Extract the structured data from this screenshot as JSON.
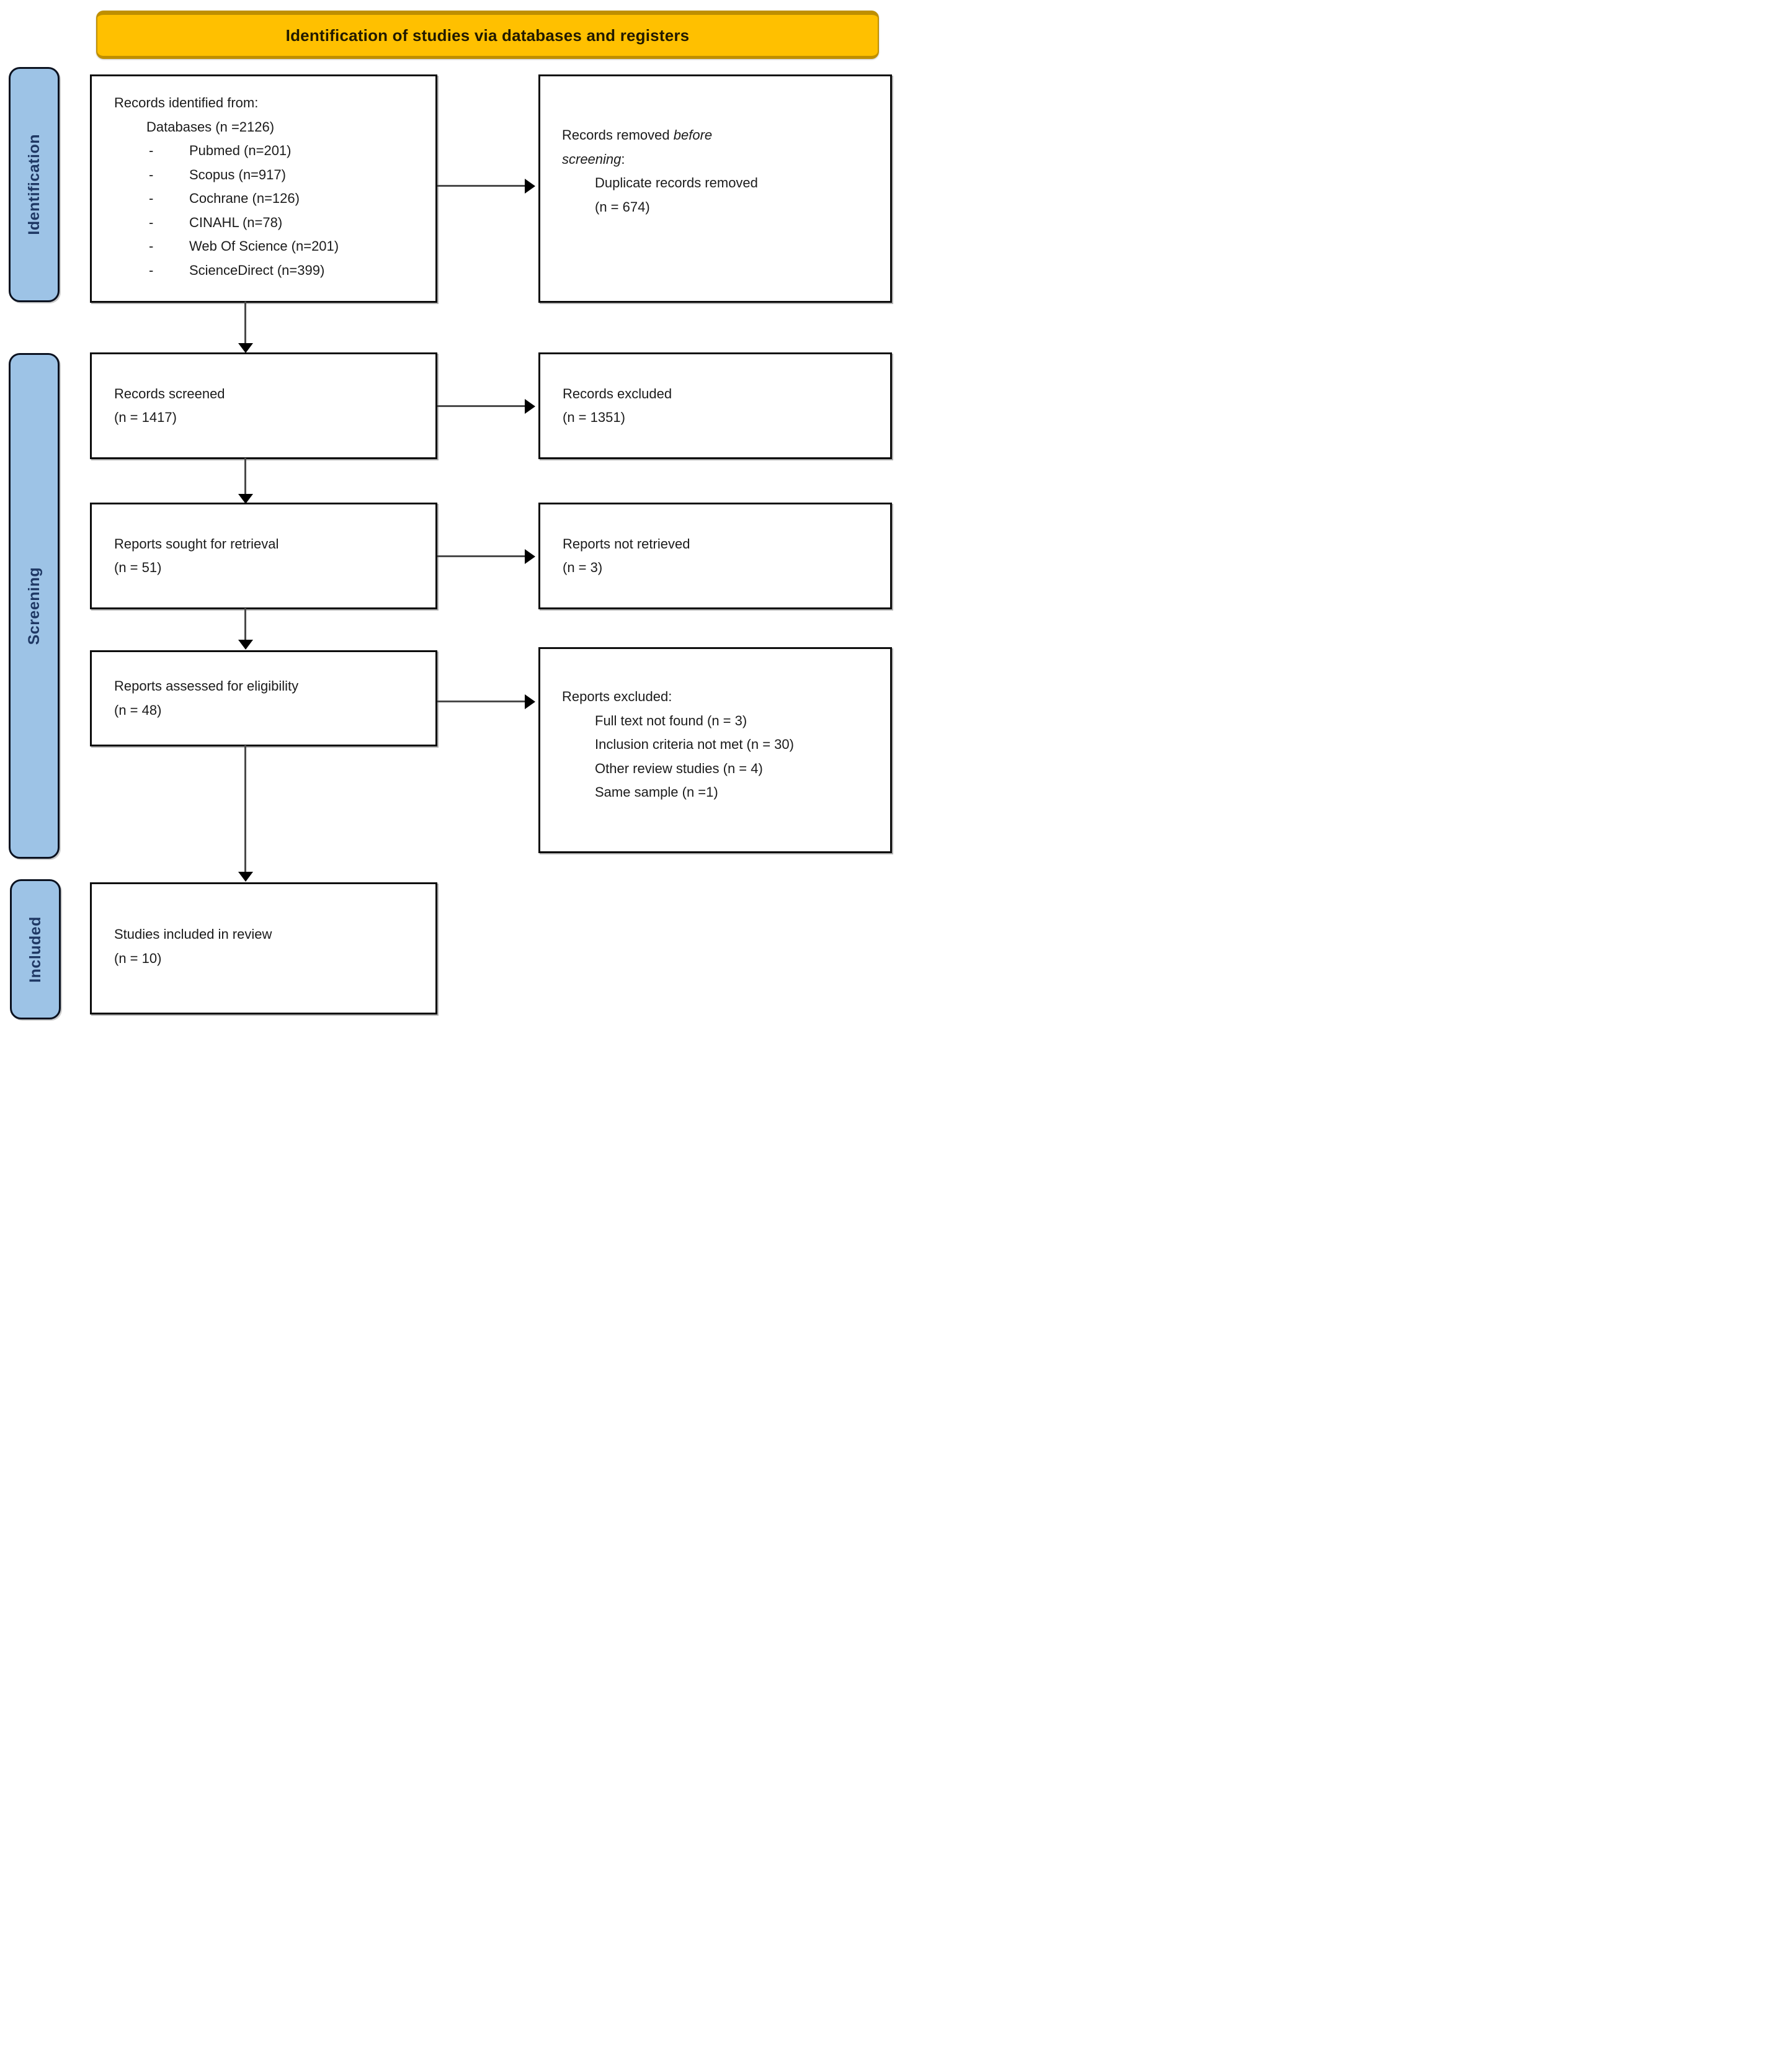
{
  "banner": {
    "title": "Identification of studies via databases and registers"
  },
  "stages": {
    "identification": "Identification",
    "screening": "Screening",
    "included": "Included"
  },
  "boxes": {
    "identified": {
      "line1": "Records identified from:",
      "line2": "Databases (n =2126)",
      "bullet_marker": "-",
      "bullets": [
        "Pubmed (n=201)",
        "Scopus (n=917)",
        "Cochrane (n=126)",
        "CINAHL (n=78)",
        "Web Of Science (n=201)",
        "ScienceDirect (n=399)"
      ]
    },
    "removed": {
      "line1_prefix": "Records removed ",
      "line1_italic": "before",
      "line2_italic": "screening",
      "line2_suffix": ":",
      "detail": "Duplicate records removed",
      "count": "(n = 674)"
    },
    "screened": {
      "line1": "Records screened",
      "line2": "(n = 1417)"
    },
    "excluded": {
      "line1": "Records excluded",
      "line2": "(n = 1351)"
    },
    "sought": {
      "line1": "Reports sought for retrieval",
      "line2": "(n = 51)"
    },
    "not_retrieved": {
      "line1": "Reports not retrieved",
      "line2": "(n = 3)"
    },
    "assessed": {
      "line1": "Reports assessed for eligibility",
      "line2": "(n = 48)"
    },
    "reports_excluded": {
      "title": "Reports excluded:",
      "items": [
        "Full text not found (n = 3)",
        "Inclusion criteria not met (n = 30)",
        "Other review studies (n = 4)",
        "Same sample (n =1)"
      ]
    },
    "included_review": {
      "line1": "Studies included in review",
      "line2": "(n = 10)"
    }
  },
  "colors": {
    "banner_bg": "#FFC000",
    "banner_edge": "#BF8F00",
    "banner_text": "#221a00",
    "stage_bg": "#9DC3E6",
    "stage_border": "#0b1220",
    "stage_text": "#1F3864",
    "box_border": "#0c0c0c",
    "box_text": "#1b1b1b",
    "arrow_line": "#4a4a4a",
    "arrow_head": "#000000"
  }
}
